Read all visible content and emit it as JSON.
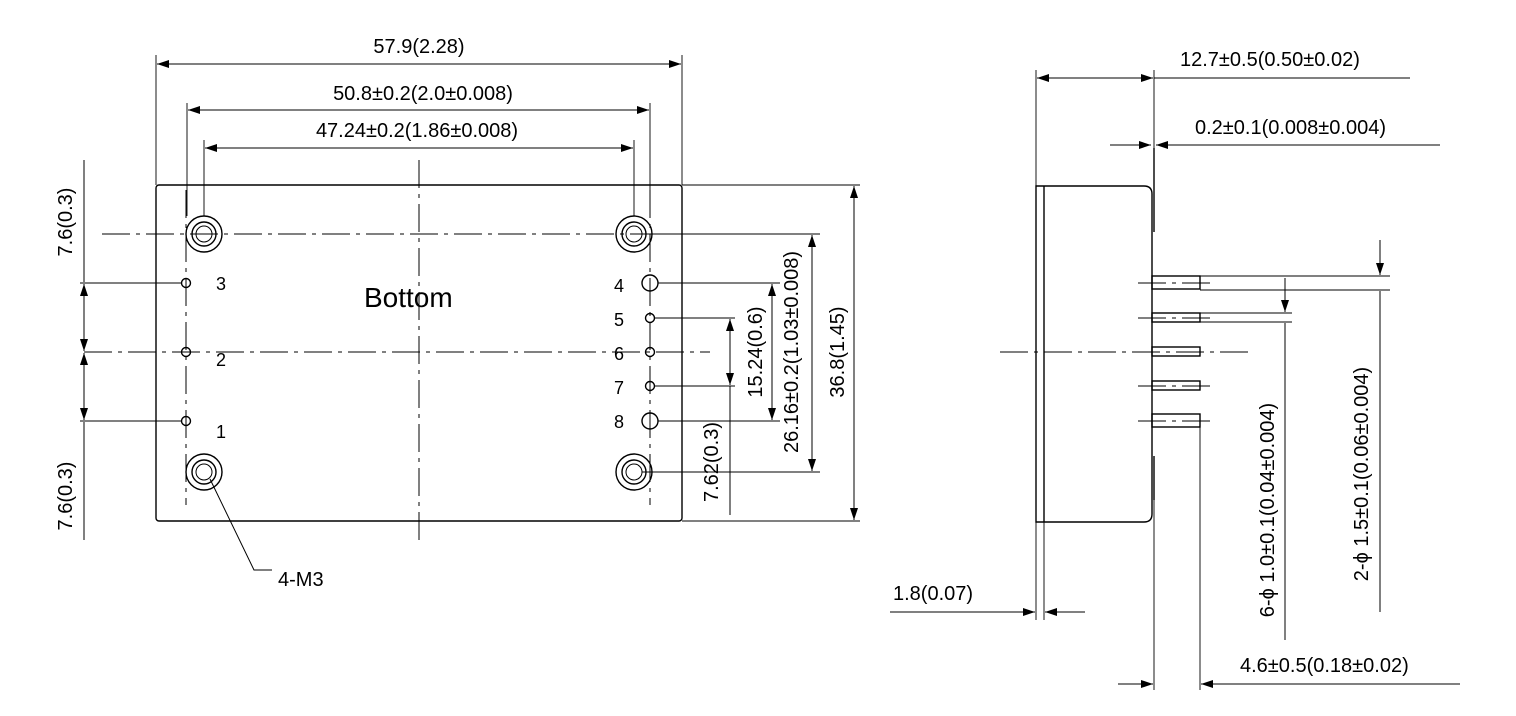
{
  "bottom_view": {
    "title": "Bottom",
    "dim_overall_width": "57.9(2.28)",
    "dim_mount_spacing": "50.8±0.2(2.0±0.008)",
    "dim_pin_row_spacing": "47.24±0.2(1.86±0.008)",
    "dim_left_top": "7.6(0.3)",
    "dim_left_bottom": "7.6(0.3)",
    "dim_right_pitch": "7.62(0.3)",
    "dim_right_span": "15.24(0.6)",
    "dim_mount_vertical": "26.16±0.2(1.03±0.008)",
    "dim_overall_height": "36.8(1.45)",
    "mount_holes_label": "4-M3",
    "pins_left": [
      "3",
      "2",
      "1"
    ],
    "pins_right": [
      "4",
      "5",
      "6",
      "7",
      "8"
    ]
  },
  "side_view": {
    "dim_depth": "12.7±0.5(0.50±0.02)",
    "dim_standoff": "0.2±0.1(0.008±0.004)",
    "dim_flange": "1.8(0.07)",
    "dim_small_pins": "6-ϕ 1.0±0.1(0.04±0.004)",
    "dim_large_pins": "2-ϕ 1.5±0.1(0.06±0.004)",
    "dim_pin_length": "4.6±0.5(0.18±0.02)"
  }
}
